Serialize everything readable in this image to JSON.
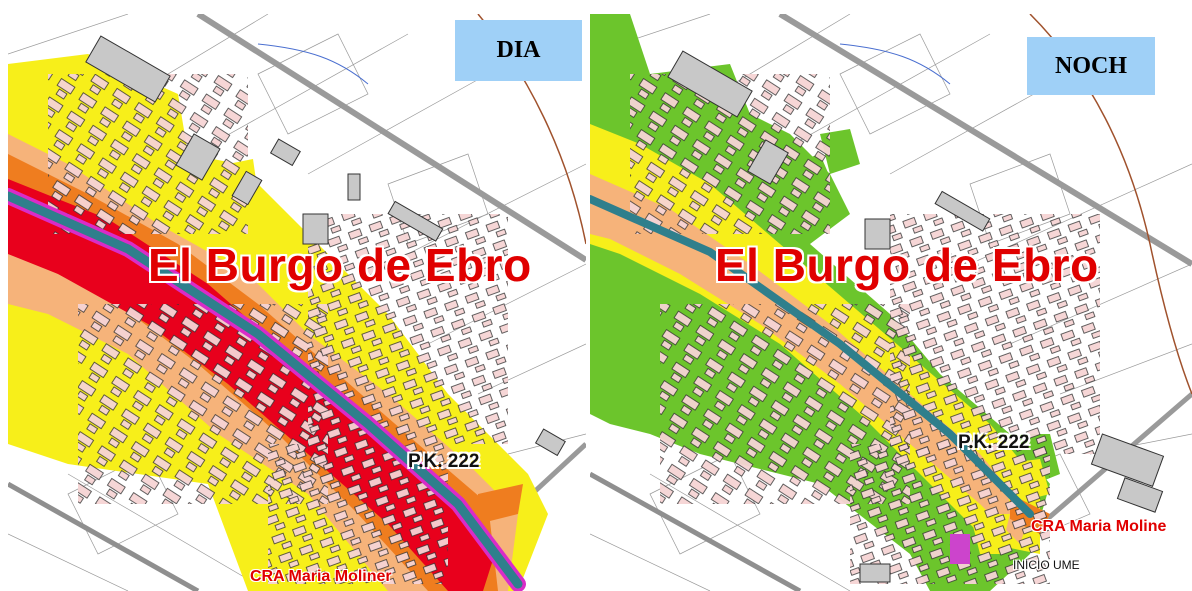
{
  "panels": {
    "day": {
      "label": "DIA"
    },
    "night": {
      "label": "NOCH"
    }
  },
  "map": {
    "town_label": "El Burgo de Ebro",
    "km_marker": "P.K. 222",
    "school_label": "CRA Maria Moliner",
    "night_school_label": "CRA Maria Moline",
    "segment_label": "INICIO UME"
  },
  "colors": {
    "zone_very_high": "#e8001c",
    "zone_high": "#ef7d1f",
    "zone_medium": "#f6b37a",
    "zone_low": "#f7ef1a",
    "zone_lowest": "#6cc52c",
    "road_core": "#2f7f8c",
    "road_edge_day": "#d92cc8",
    "building_fill": "#f6d4d4",
    "industrial_fill": "#c8c8c8",
    "railway": "#9a9a9a",
    "river": "#a0522d",
    "label_bg": "#9fd0f7"
  }
}
